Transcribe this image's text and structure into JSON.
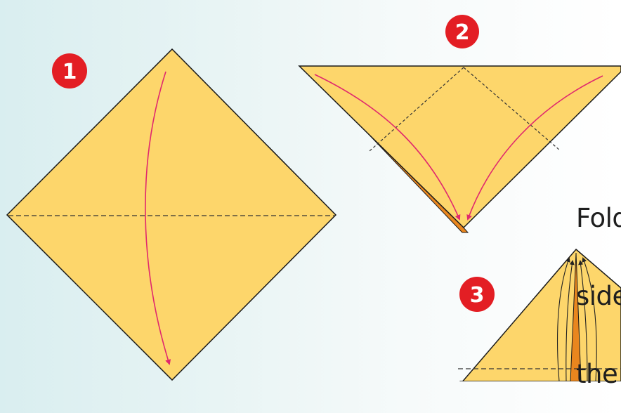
{
  "steps": [
    {
      "number": "1"
    },
    {
      "number": "2"
    },
    {
      "number": "3"
    }
  ],
  "caption": {
    "lines": [
      "Fold",
      "side",
      "the"
    ]
  },
  "colors": {
    "paper": "#fdd66b",
    "paper_edge": "#1a1a1a",
    "back_layer": "#e9861e",
    "arrow": "#e0286e",
    "badge": "#e31e24",
    "fold_line": "#333333"
  }
}
